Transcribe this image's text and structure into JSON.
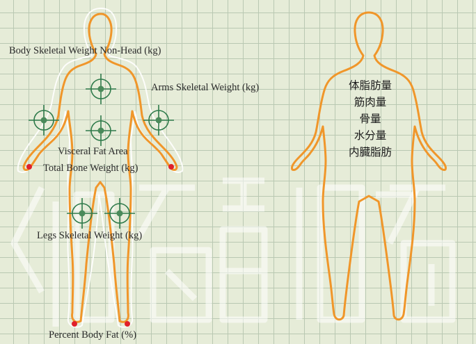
{
  "labels": {
    "body_skeletal_weight": "Body Skeletal Weight Non-Head (kg)",
    "arms_skeletal_weight": "Arms Skeletal Weight (kg)",
    "visceral_fat_area": "Visceral Fat Area",
    "total_bone_weight": "Total Bone Weight (kg)",
    "legs_skeletal_weight": "Legs Skeletal Weight (kg)",
    "percent_body_fat": "Percent Body Fat (%)"
  },
  "japanese_labels": [
    "体脂肪量",
    "筋肉量",
    "骨量",
    "水分量",
    "内臓脂肪"
  ],
  "colors": {
    "background": "#e6ecd8",
    "grid": "#b9c8b2",
    "body_outline": "#f0962a",
    "target_marker": "#2e7a4a",
    "electrode_dot": "#e0202a"
  },
  "icons": [
    "crosshair-target-icon",
    "electrode-dot-icon"
  ]
}
